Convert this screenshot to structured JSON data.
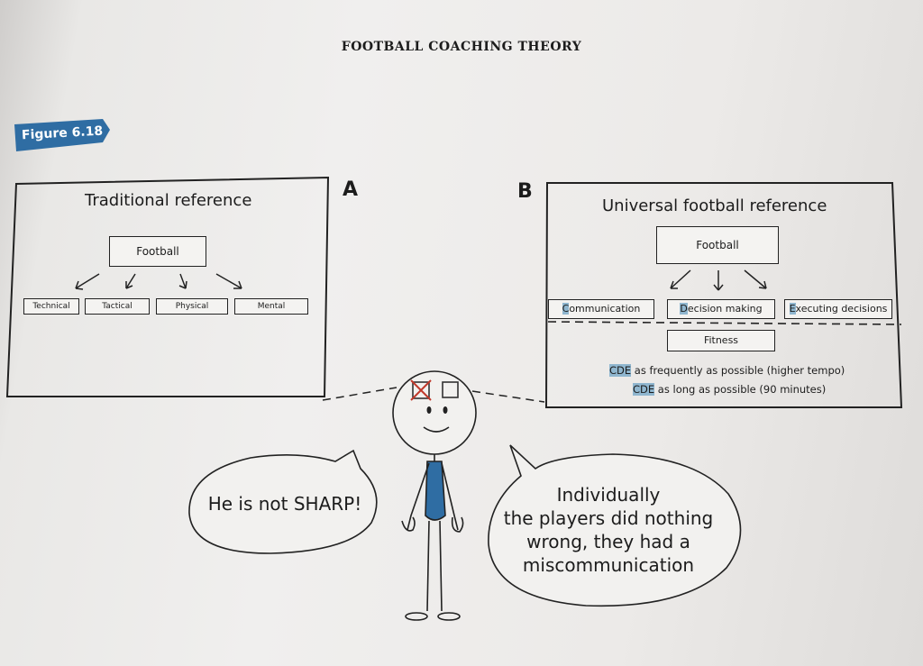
{
  "header": {
    "title": "FOOTBALL COACHING THEORY"
  },
  "figure_label": "Figure 6.18",
  "panel_a": {
    "letter": "A",
    "title": "Traditional reference",
    "root": "Football",
    "children": [
      "Technical",
      "Tactical",
      "Physical",
      "Mental"
    ]
  },
  "panel_b": {
    "letter": "B",
    "title": "Universal football reference",
    "root": "Football",
    "children": [
      {
        "hl": "C",
        "rest": "ommunication"
      },
      {
        "hl": "D",
        "rest": "ecision making"
      },
      {
        "hl": "E",
        "rest": "xecuting decisions"
      }
    ],
    "fitness": "Fitness",
    "notes": [
      {
        "hl": "CDE",
        "rest": " as frequently as possible (higher tempo)"
      },
      {
        "hl": "CDE",
        "rest": " as long as possible (90 minutes)"
      }
    ]
  },
  "speech_left": {
    "text": "He is not SHARP!"
  },
  "speech_right": {
    "lines": [
      "Individually",
      "the players did nothing",
      "wrong, they had a",
      "miscommunication"
    ]
  },
  "colors": {
    "accent": "#2f6da3",
    "highlight": "#8fb6cf",
    "shirt": "#2f6da3",
    "cross": "#c0392b"
  }
}
